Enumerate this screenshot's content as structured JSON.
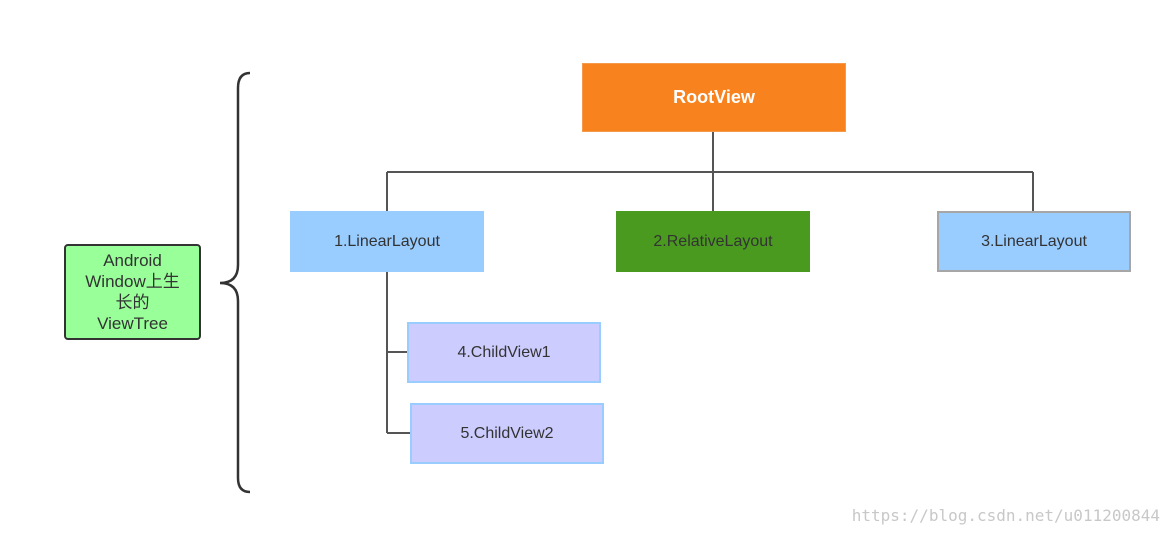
{
  "diagram": {
    "root": {
      "label": "RootView",
      "color": "#f8821e"
    },
    "children": [
      {
        "id": "linear1",
        "label": "1.LinearLayout",
        "color": "#99ccff"
      },
      {
        "id": "relative2",
        "label": "2.RelativeLayout",
        "color": "#4a9a20"
      },
      {
        "id": "linear3",
        "label": "3.LinearLayout",
        "color": "#99ccff"
      }
    ],
    "grandchildren": [
      {
        "id": "child4",
        "label": "4.ChildView1",
        "color": "#ccccff"
      },
      {
        "id": "child5",
        "label": "5.ChildView2",
        "color": "#ccccff"
      }
    ],
    "side_label": {
      "text": "Android\nWindow上生\n长的\nViewTree",
      "color": "#99ff99"
    },
    "watermark": "https://blog.csdn.net/u011200844"
  }
}
